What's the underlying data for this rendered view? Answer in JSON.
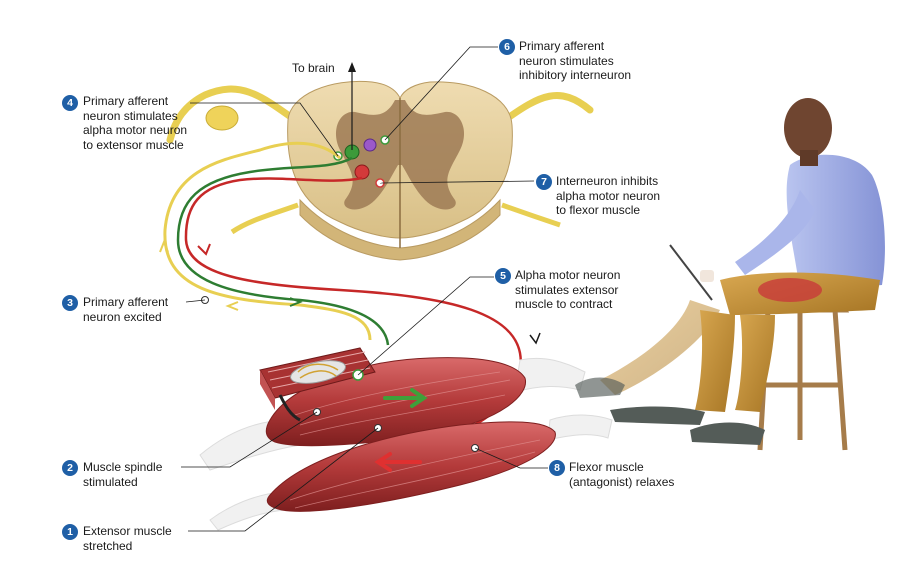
{
  "to_brain": "To brain",
  "steps": [
    {
      "num": "1",
      "text": "Extensor muscle\nstretched"
    },
    {
      "num": "2",
      "text": "Muscle spindle\nstimulated"
    },
    {
      "num": "3",
      "text": "Primary afferent\nneuron excited"
    },
    {
      "num": "4",
      "text": "Primary afferent\nneuron stimulates\nalpha motor neuron\nto extensor muscle"
    },
    {
      "num": "5",
      "text": "Alpha motor neuron\nstimulates extensor\nmuscle to contract"
    },
    {
      "num": "6",
      "text": "Primary afferent\nneuron stimulates\ninhibitory interneuron"
    },
    {
      "num": "7",
      "text": "Interneuron inhibits\nalpha motor neuron\nto flexor muscle"
    },
    {
      "num": "8",
      "text": "Flexor muscle\n(antagonist) relaxes"
    }
  ],
  "colors": {
    "badge": "#1f5fa6",
    "afferent": "#e8cf52",
    "motor_extensor": "#2e7d32",
    "motor_flexor": "#c62828",
    "muscle": "#b33a3a",
    "spinal_white": "#e5cfa0",
    "spinal_grey": "#9e7a55"
  }
}
